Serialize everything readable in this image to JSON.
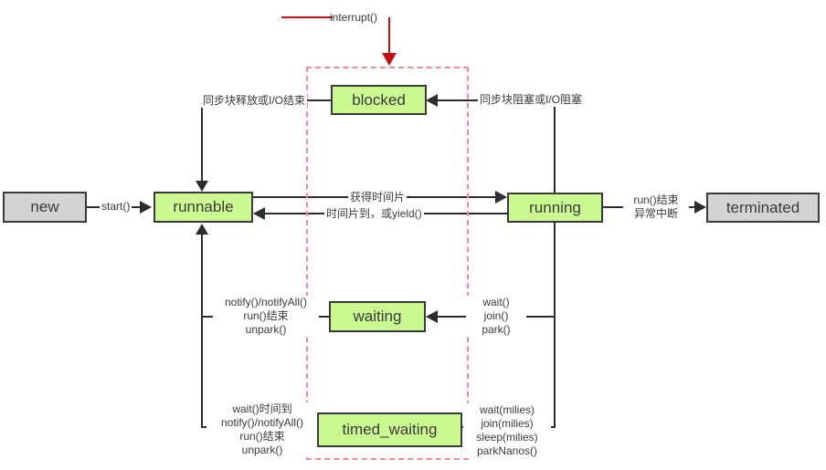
{
  "nodes": {
    "new": "new",
    "runnable": "runnable",
    "blocked": "blocked",
    "running": "running",
    "terminated": "terminated",
    "waiting": "waiting",
    "timed_waiting": "timed_waiting"
  },
  "edge_labels": {
    "interrupt": "interrupt()",
    "sync_release": "同步块释放或I/O结束",
    "sync_block": "同步块阻塞或I/O阻塞",
    "start": "start()",
    "gain_timeslice": "获得时间片",
    "timeslice_yield": "时间片到，或yield()",
    "to_terminated": [
      "run()结束",
      "异常中断"
    ],
    "waiting_exit": [
      "notify()/notifyAll()",
      "run()结束",
      "unpark()"
    ],
    "waiting_enter": [
      "wait()",
      "join()",
      "park()"
    ],
    "timed_exit": [
      "wait()时间到",
      "notify()/notifyAll()",
      "run()结束",
      "unpark()"
    ],
    "timed_enter": [
      "wait(milies)",
      "join(milies)",
      "sleep(milies)",
      "parkNanos()"
    ]
  },
  "colors": {
    "state_fill": "#ccf892",
    "terminal_fill": "#d4d4d4",
    "node_border": "#3a3a3a",
    "connector": "#2d2d2d",
    "interrupt_red": "#c11212",
    "dashed_region_red": "#f28b8b"
  }
}
